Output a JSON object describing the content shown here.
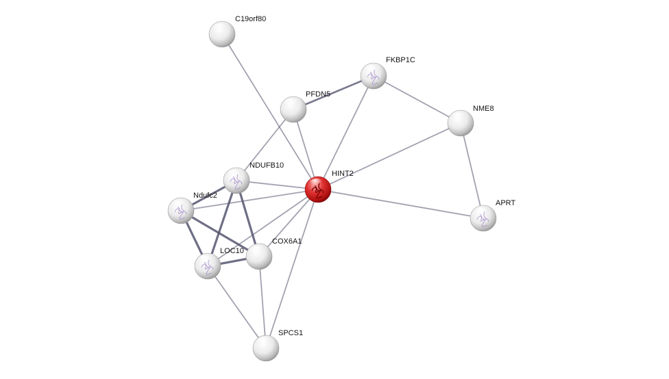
{
  "network": {
    "nodes": [
      {
        "id": "C19orf80",
        "label": "C19orf80",
        "query": false,
        "color": "#ffffff"
      },
      {
        "id": "FKBP1C",
        "label": "FKBP1C",
        "query": false,
        "color": "#ffffff",
        "structure": true
      },
      {
        "id": "PFDN5",
        "label": "PFDN5",
        "query": false,
        "color": "#ffffff"
      },
      {
        "id": "NME8",
        "label": "NME8",
        "query": false,
        "color": "#ffffff"
      },
      {
        "id": "NDUFB10",
        "label": "NDUFB10",
        "query": false,
        "color": "#ffffff",
        "structure": true
      },
      {
        "id": "HINT2",
        "label": "HINT2",
        "query": true,
        "color": "#e02020",
        "structure": true
      },
      {
        "id": "Ndufc2",
        "label": "Ndufc2",
        "query": false,
        "color": "#ffffff",
        "structure": true
      },
      {
        "id": "APRT",
        "label": "APRT",
        "query": false,
        "color": "#ffffff",
        "structure": true
      },
      {
        "id": "COX6A1",
        "label": "COX6A1",
        "query": false,
        "color": "#ffffff"
      },
      {
        "id": "LOC10",
        "label": "LOC10",
        "query": false,
        "color": "#ffffff",
        "structure": true
      },
      {
        "id": "SPCS1",
        "label": "SPCS1",
        "query": false,
        "color": "#ffffff"
      }
    ],
    "edges": [
      {
        "source": "C19orf80",
        "target": "HINT2",
        "strength": 1
      },
      {
        "source": "PFDN5",
        "target": "FKBP1C",
        "strength": 2
      },
      {
        "source": "PFDN5",
        "target": "HINT2",
        "strength": 1
      },
      {
        "source": "PFDN5",
        "target": "NDUFB10",
        "strength": 1
      },
      {
        "source": "FKBP1C",
        "target": "HINT2",
        "strength": 1
      },
      {
        "source": "FKBP1C",
        "target": "NME8",
        "strength": 1
      },
      {
        "source": "NME8",
        "target": "HINT2",
        "strength": 1
      },
      {
        "source": "NME8",
        "target": "APRT",
        "strength": 1
      },
      {
        "source": "HINT2",
        "target": "APRT",
        "strength": 1
      },
      {
        "source": "NDUFB10",
        "target": "HINT2",
        "strength": 1
      },
      {
        "source": "Ndufc2",
        "target": "HINT2",
        "strength": 1
      },
      {
        "source": "COX6A1",
        "target": "HINT2",
        "strength": 1
      },
      {
        "source": "LOC10",
        "target": "HINT2",
        "strength": 1
      },
      {
        "source": "SPCS1",
        "target": "HINT2",
        "strength": 1
      },
      {
        "source": "NDUFB10",
        "target": "Ndufc2",
        "strength": 3
      },
      {
        "source": "NDUFB10",
        "target": "LOC10",
        "strength": 3
      },
      {
        "source": "NDUFB10",
        "target": "COX6A1",
        "strength": 3
      },
      {
        "source": "Ndufc2",
        "target": "LOC10",
        "strength": 3
      },
      {
        "source": "Ndufc2",
        "target": "COX6A1",
        "strength": 3
      },
      {
        "source": "LOC10",
        "target": "COX6A1",
        "strength": 3
      },
      {
        "source": "LOC10",
        "target": "SPCS1",
        "strength": 1
      },
      {
        "source": "COX6A1",
        "target": "SPCS1",
        "strength": 1
      }
    ],
    "colors": {
      "edge": "#555570",
      "query_node": "#e02020",
      "node": "#ffffff"
    }
  }
}
